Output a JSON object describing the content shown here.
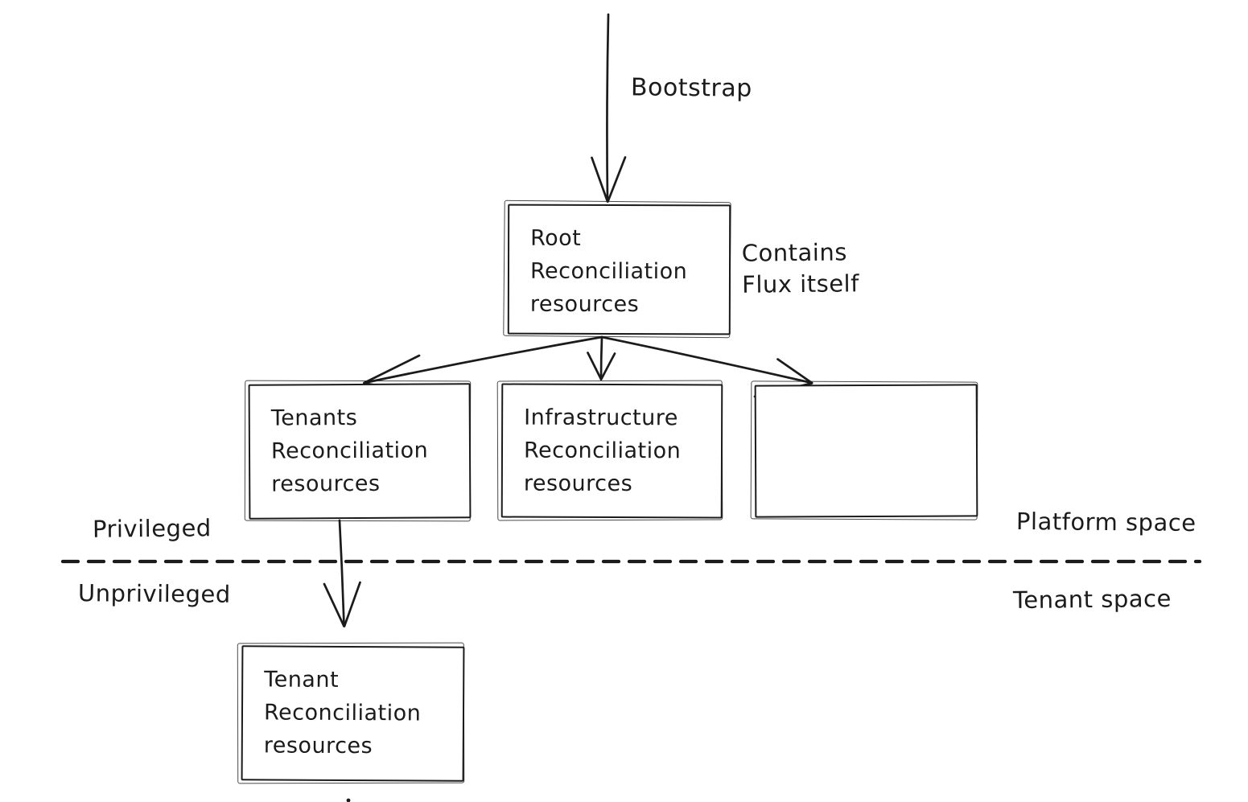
{
  "diagram": {
    "bootstrap_label": "Bootstrap",
    "root_note": "Contains\nFlux itself",
    "nodes": [
      {
        "id": "root",
        "label": "Root\nReconciliation\nresources"
      },
      {
        "id": "tenants",
        "label": "Tenants\nReconciliation\nresources"
      },
      {
        "id": "infrastructure",
        "label": "Infrastructure\nReconciliation\nresources"
      },
      {
        "id": "unlabeled",
        "label": ""
      },
      {
        "id": "tenant",
        "label": "Tenant\nReconciliation\nresources"
      }
    ],
    "zones": {
      "privileged": "Privileged",
      "unprivileged": "Unprivileged",
      "platform_space": "Platform space",
      "tenant_space": "Tenant space"
    },
    "colors": {
      "stroke": "#1b1b1b",
      "background": "#ffffff"
    }
  }
}
